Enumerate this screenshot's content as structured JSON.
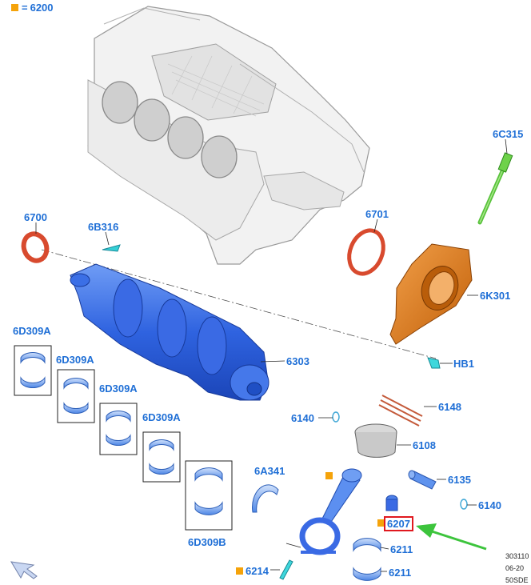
{
  "legend": {
    "code": "6200",
    "symbol": "=",
    "color": "#f5a30a"
  },
  "callouts": {
    "c6700": "6700",
    "c6B316": "6B316",
    "c6701": "6701",
    "c6C315": "6C315",
    "c6K301": "6K301",
    "c6303": "6303",
    "cHB1": "HB1",
    "c6D309A_1": "6D309A",
    "c6D309A_2": "6D309A",
    "c6D309A_3": "6D309A",
    "c6D309A_4": "6D309A",
    "c6D309B": "6D309B",
    "c6148": "6148",
    "c6140a": "6140",
    "c6108": "6108",
    "c6135": "6135",
    "c6140b": "6140",
    "c6A341": "6A341",
    "c6207": "6207",
    "c6211a": "6211",
    "c6211b": "6211",
    "c6214": "6214"
  },
  "stamp": {
    "line1": "303110",
    "line2": "06-20",
    "line3": "50SDE"
  },
  "colors": {
    "accent": "#1f6fd6",
    "marker": "#f5a30a",
    "highlight": "#e0191f",
    "arrow": "#3cc43c",
    "part_blue": "#2f6fe0",
    "part_orange": "#e07810",
    "seal_red": "#e0442a"
  }
}
